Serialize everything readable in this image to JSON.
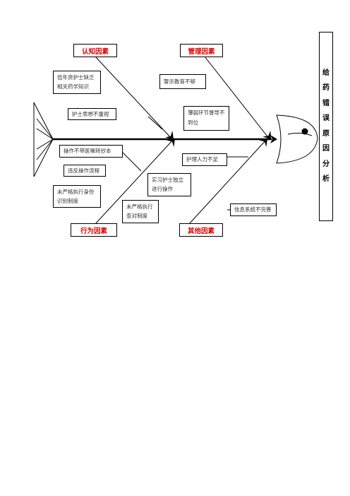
{
  "categories": {
    "cognitive": "认知因素",
    "management": "管理因素",
    "behavior": "行为因素",
    "other": "其他因素"
  },
  "causes": {
    "low_seniority": "低年资护士缺乏相关药学知识",
    "not_valued": "护士思想不重视",
    "warning_edu": "警示教育不够",
    "weak_supervision": "薄弱环节督导不到位",
    "no_transcription": "操作不带医嘱转抄本",
    "violate_process": "违反操作流程",
    "staff_shortage": "护理人力不足",
    "intern_independent": "实习护士独立进行操作",
    "no_identity": "未严格执行身份识别制度",
    "no_check": "未严格执行查对制度",
    "info_system": "信息系统不完善"
  },
  "title": {
    "chars": [
      "给",
      "药",
      "错",
      "误",
      "原",
      "因",
      "分",
      "析"
    ]
  }
}
